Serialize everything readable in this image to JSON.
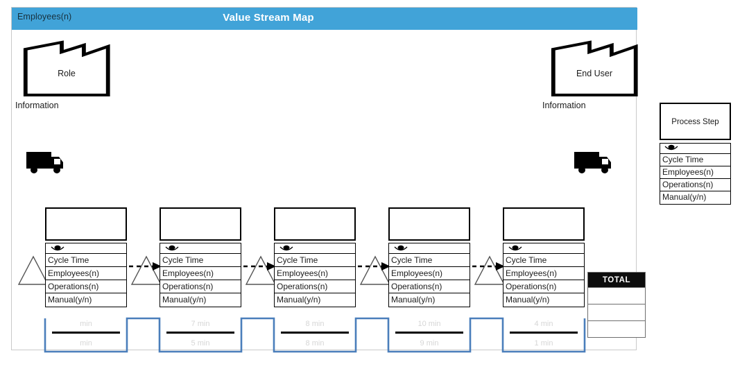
{
  "header": {
    "corner_label": "Employees(n)",
    "title": "Value Stream Map",
    "bar_color": "#41a3d8"
  },
  "entities": {
    "supplier_label": "Role",
    "customer_label": "End User",
    "info_left": "Information",
    "info_right": "Information",
    "truck_left_icon": "truck-icon",
    "truck_right_icon": "truck-icon"
  },
  "process_row_labels": {
    "eye": "eye-icon",
    "cycle_time": "Cycle Time",
    "employees": "Employees(n)",
    "operations": "Operations(n)",
    "manual": "Manual(y/n)"
  },
  "processes": [
    {
      "index": 1,
      "title": "",
      "cycle_time": "Cycle Time",
      "employees": "Employees(n)",
      "operations": "Operations(n)",
      "manual": "Manual(y/n)",
      "value_added": "min",
      "lead_time": "min"
    },
    {
      "index": 2,
      "title": "",
      "cycle_time": "Cycle Time",
      "employees": "Employees(n)",
      "operations": "Operations(n)",
      "manual": "Manual(y/n)",
      "value_added": "7 min",
      "lead_time": "5 min"
    },
    {
      "index": 3,
      "title": "",
      "cycle_time": "Cycle Time",
      "employees": "Employees(n)",
      "operations": "Operations(n)",
      "manual": "Manual(y/n)",
      "value_added": "8 min",
      "lead_time": "8 min"
    },
    {
      "index": 4,
      "title": "",
      "cycle_time": "Cycle Time",
      "employees": "Employees(n)",
      "operations": "Operations(n)",
      "manual": "Manual(y/n)",
      "value_added": "10 min",
      "lead_time": "9 min"
    },
    {
      "index": 5,
      "title": "",
      "cycle_time": "Cycle Time",
      "employees": "Employees(n)",
      "operations": "Operations(n)",
      "manual": "Manual(y/n)",
      "value_added": "4 min",
      "lead_time": "1 min"
    }
  ],
  "total": {
    "header": "TOTAL",
    "rows": [
      "",
      "",
      ""
    ]
  },
  "legend": {
    "process_step": "Process Step",
    "eye": "eye-icon",
    "rows": [
      "Cycle Time",
      "Employees(n)",
      "Operations(n)",
      "Manual(y/n)"
    ]
  },
  "colors": {
    "accent": "#41a3d8",
    "timeline": "#4a7ebb",
    "total_header": "#0d0d0d",
    "timeline_text": "#d6d6d6"
  }
}
